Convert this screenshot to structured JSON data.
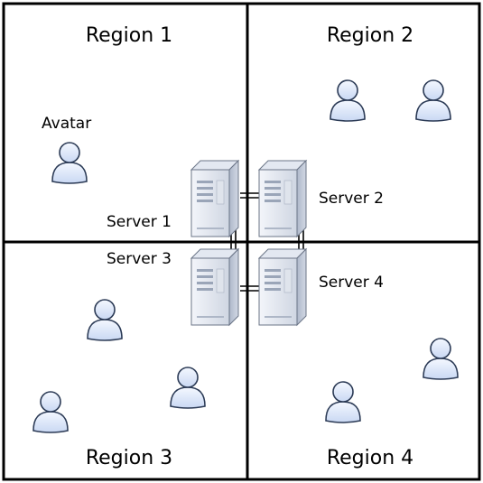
{
  "diagram": {
    "regions": [
      {
        "id": "region-1",
        "label": "Region 1"
      },
      {
        "id": "region-2",
        "label": "Region 2"
      },
      {
        "id": "region-3",
        "label": "Region 3"
      },
      {
        "id": "region-4",
        "label": "Region 4"
      }
    ],
    "servers": [
      {
        "id": "server-1",
        "label": "Server 1"
      },
      {
        "id": "server-2",
        "label": "Server 2"
      },
      {
        "id": "server-3",
        "label": "Server 3"
      },
      {
        "id": "server-4",
        "label": "Server 4"
      }
    ],
    "avatar_label": "Avatar",
    "avatar_count": 8,
    "connections": [
      [
        "server-1",
        "server-2"
      ],
      [
        "server-1",
        "server-3"
      ],
      [
        "server-2",
        "server-4"
      ],
      [
        "server-3",
        "server-4"
      ]
    ],
    "colors": {
      "avatar_fill": "#dce7fa",
      "avatar_stroke": "#2b3a55",
      "server_light": "#eef1f7",
      "server_dark": "#b9c2d2",
      "server_stroke": "#5f6b80",
      "grid": "#000000"
    }
  }
}
